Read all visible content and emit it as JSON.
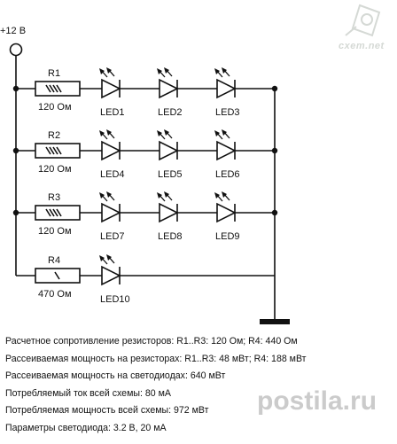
{
  "supply": {
    "label": "+12 В"
  },
  "rows": [
    {
      "resistor": {
        "name": "R1",
        "value": "120 Ом",
        "wiper": "hatch"
      },
      "leds": [
        "LED1",
        "LED2",
        "LED3"
      ]
    },
    {
      "resistor": {
        "name": "R2",
        "value": "120 Ом",
        "wiper": "hatch"
      },
      "leds": [
        "LED4",
        "LED5",
        "LED6"
      ]
    },
    {
      "resistor": {
        "name": "R3",
        "value": "120 Ом",
        "wiper": "hatch"
      },
      "leds": [
        "LED7",
        "LED8",
        "LED9"
      ]
    },
    {
      "resistor": {
        "name": "R4",
        "value": "470 Ом",
        "wiper": "slash"
      },
      "leds": [
        "LED10"
      ]
    }
  ],
  "notes": [
    "Расчетное сопротивление резисторов: R1..R3: 120 Ом; R4: 440 Ом",
    "Рассеиваемая мощность на резисторах: R1..R3: 48 мВт; R4: 188 мВт",
    "Рассеиваемая мощность на светодиодах: 640 мВт",
    "Потребляемый ток всей схемы: 80 мА",
    "Потребляемая мощность всей схемы: 972 мВт",
    "Параметры светодиода: 3.2 В, 20 мА"
  ],
  "logo": {
    "text": "cxem.net"
  },
  "watermark": {
    "text": "postila.ru"
  },
  "colors": {
    "wire": "#111111",
    "logo": "#d5d9d5"
  }
}
